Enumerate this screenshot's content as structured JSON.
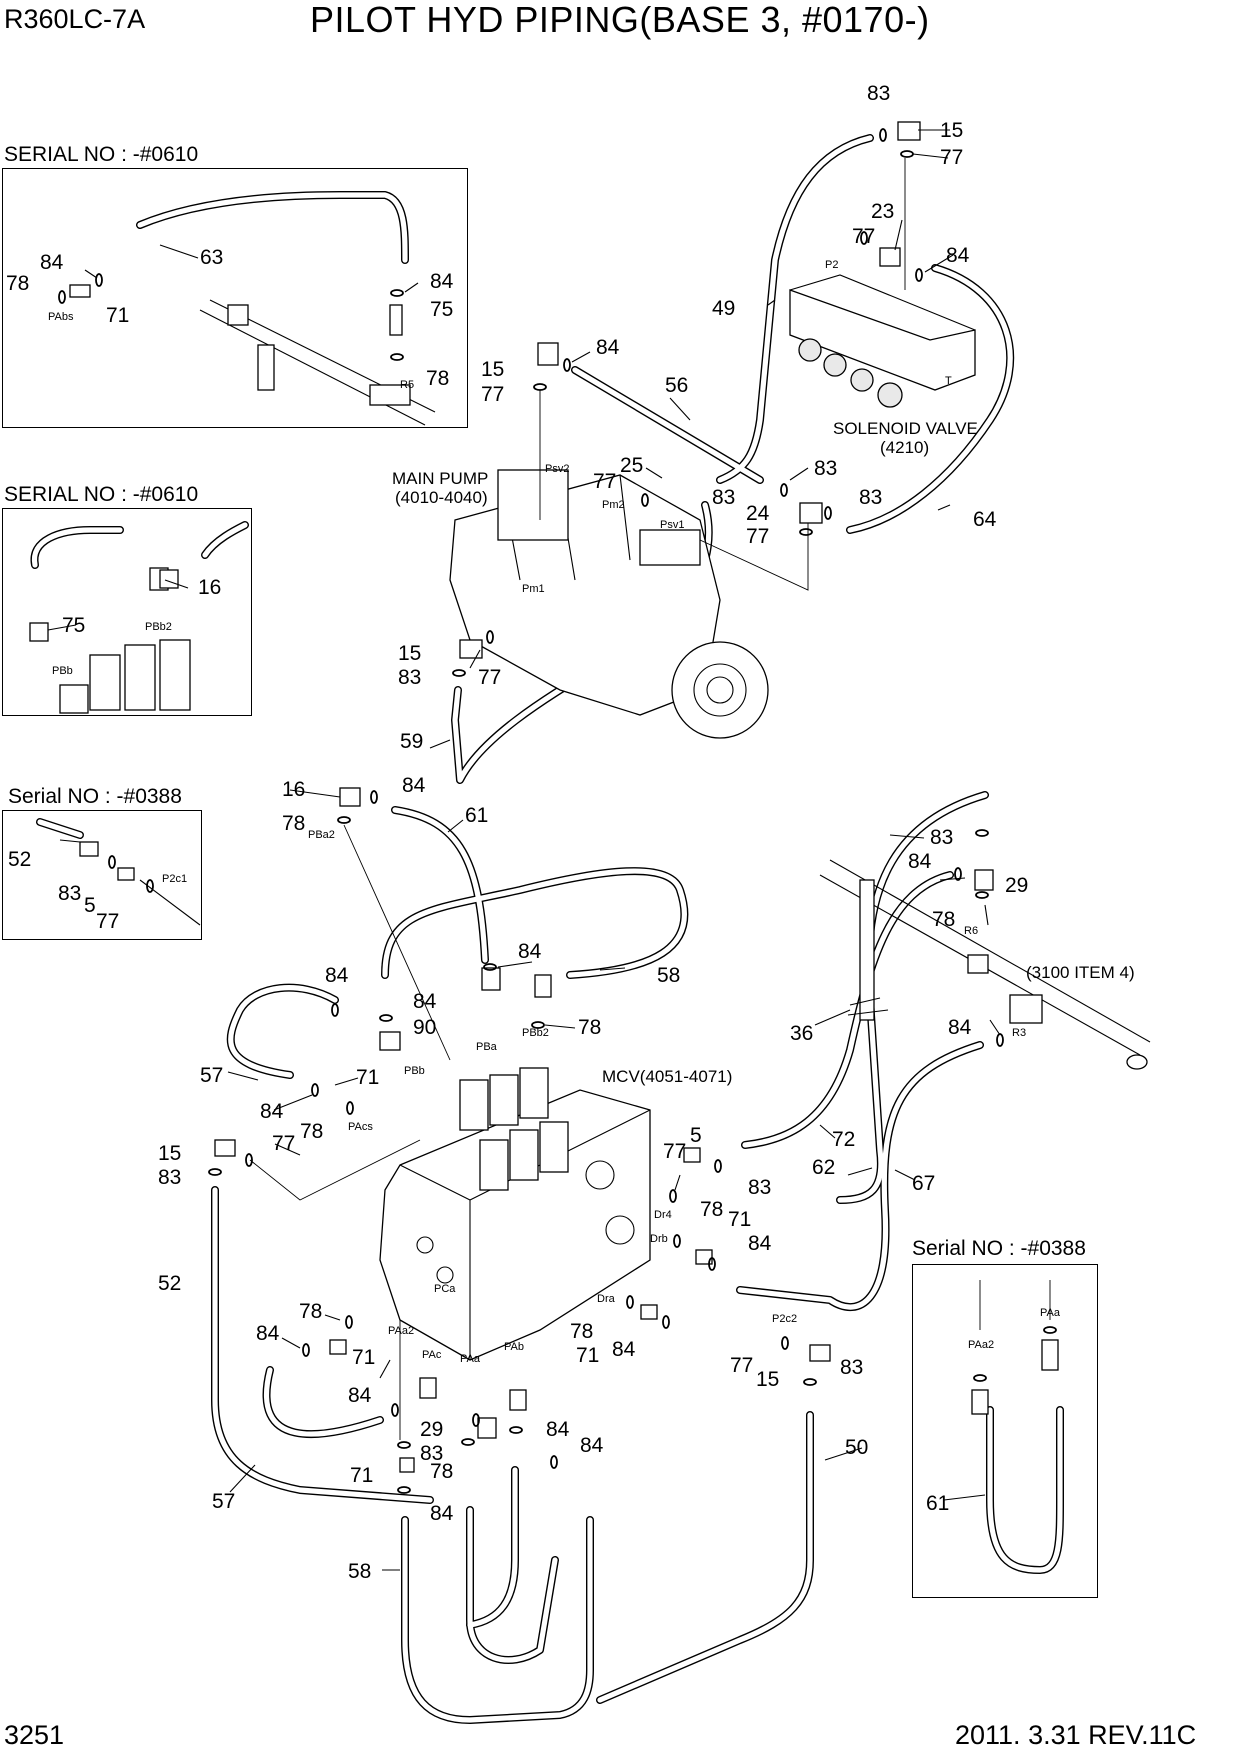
{
  "header": {
    "model": "R360LC-7A",
    "title": "PILOT HYD PIPING(BASE 3, #0170-)",
    "page_number": "3251",
    "revision": "2011. 3.31  REV.11C"
  },
  "insets": [
    {
      "label": "SERIAL NO : -#0610"
    },
    {
      "label": "SERIAL NO : -#0610"
    },
    {
      "label": "Serial  NO : -#0388"
    },
    {
      "label": "Serial  NO : -#0388"
    }
  ],
  "components": {
    "main_pump": {
      "name": "MAIN PUMP",
      "code": "(4010-4040)"
    },
    "solenoid_valve": {
      "name": "SOLENOID VALVE",
      "code": "(4210)"
    },
    "mcv": {
      "label": "MCV(4051-4071)"
    },
    "ref_3100": {
      "label": "(3100 ITEM 4)"
    }
  },
  "callouts": [
    {
      "id": "c0",
      "n": "83"
    },
    {
      "id": "c1",
      "n": "15"
    },
    {
      "id": "c2",
      "n": "77"
    },
    {
      "id": "c3",
      "n": "23"
    },
    {
      "id": "c4",
      "n": "77"
    },
    {
      "id": "c5",
      "n": "84"
    },
    {
      "id": "c6",
      "n": "49"
    },
    {
      "id": "c7",
      "n": "15"
    },
    {
      "id": "c8",
      "n": "84"
    },
    {
      "id": "c9",
      "n": "77"
    },
    {
      "id": "c10",
      "n": "56"
    },
    {
      "id": "c11",
      "n": "25"
    },
    {
      "id": "c12",
      "n": "77"
    },
    {
      "id": "c13",
      "n": "83"
    },
    {
      "id": "c14",
      "n": "83"
    },
    {
      "id": "c15",
      "n": "24"
    },
    {
      "id": "c16",
      "n": "83"
    },
    {
      "id": "c17",
      "n": "77"
    },
    {
      "id": "c18",
      "n": "64"
    },
    {
      "id": "c19",
      "n": "15"
    },
    {
      "id": "c20",
      "n": "83"
    },
    {
      "id": "c21",
      "n": "77"
    },
    {
      "id": "c22",
      "n": "59"
    },
    {
      "id": "c23",
      "n": "84"
    },
    {
      "id": "c24",
      "n": "63"
    },
    {
      "id": "c25",
      "n": "78"
    },
    {
      "id": "c26",
      "n": "71"
    },
    {
      "id": "c27",
      "n": "84"
    },
    {
      "id": "c28",
      "n": "75"
    },
    {
      "id": "c29",
      "n": "78"
    },
    {
      "id": "c30",
      "n": "16"
    },
    {
      "id": "c31",
      "n": "75"
    },
    {
      "id": "c32",
      "n": "52"
    },
    {
      "id": "c33",
      "n": "83"
    },
    {
      "id": "c34",
      "n": "5"
    },
    {
      "id": "c35",
      "n": "77"
    },
    {
      "id": "c36",
      "n": "16"
    },
    {
      "id": "c37",
      "n": "84"
    },
    {
      "id": "c38",
      "n": "78"
    },
    {
      "id": "c39",
      "n": "61"
    },
    {
      "id": "c40",
      "n": "84"
    },
    {
      "id": "c41",
      "n": "58"
    },
    {
      "id": "c42",
      "n": "84"
    },
    {
      "id": "c43",
      "n": "84"
    },
    {
      "id": "c44",
      "n": "90"
    },
    {
      "id": "c45",
      "n": "78"
    },
    {
      "id": "c46",
      "n": "57"
    },
    {
      "id": "c47",
      "n": "71"
    },
    {
      "id": "c48",
      "n": "84"
    },
    {
      "id": "c49",
      "n": "78"
    },
    {
      "id": "c50",
      "n": "15"
    },
    {
      "id": "c51",
      "n": "77"
    },
    {
      "id": "c52",
      "n": "83"
    },
    {
      "id": "c53",
      "n": "83"
    },
    {
      "id": "c54",
      "n": "84"
    },
    {
      "id": "c55",
      "n": "29"
    },
    {
      "id": "c56",
      "n": "78"
    },
    {
      "id": "c57",
      "n": "36"
    },
    {
      "id": "c58",
      "n": "84"
    },
    {
      "id": "c59",
      "n": "72"
    },
    {
      "id": "c60",
      "n": "62"
    },
    {
      "id": "c61",
      "n": "67"
    },
    {
      "id": "c62",
      "n": "77"
    },
    {
      "id": "c63",
      "n": "5"
    },
    {
      "id": "c64",
      "n": "83"
    },
    {
      "id": "c65",
      "n": "78"
    },
    {
      "id": "c66",
      "n": "71"
    },
    {
      "id": "c67",
      "n": "84"
    },
    {
      "id": "c68",
      "n": "52"
    },
    {
      "id": "c69",
      "n": "78"
    },
    {
      "id": "c70",
      "n": "84"
    },
    {
      "id": "c71",
      "n": "71"
    },
    {
      "id": "c72",
      "n": "78"
    },
    {
      "id": "c73",
      "n": "71"
    },
    {
      "id": "c74",
      "n": "84"
    },
    {
      "id": "c75",
      "n": "77"
    },
    {
      "id": "c76",
      "n": "15"
    },
    {
      "id": "c77",
      "n": "83"
    },
    {
      "id": "c78",
      "n": "84"
    },
    {
      "id": "c79",
      "n": "29"
    },
    {
      "id": "c80",
      "n": "84"
    },
    {
      "id": "c81",
      "n": "83"
    },
    {
      "id": "c82",
      "n": "84"
    },
    {
      "id": "c83",
      "n": "78"
    },
    {
      "id": "c84",
      "n": "71"
    },
    {
      "id": "c85",
      "n": "84"
    },
    {
      "id": "c86",
      "n": "57"
    },
    {
      "id": "c87",
      "n": "58"
    },
    {
      "id": "c88",
      "n": "50"
    },
    {
      "id": "c89",
      "n": "61"
    }
  ],
  "ports": [
    "Psv2",
    "Pm2",
    "Psv1",
    "Pm1",
    "P2",
    "T",
    "PAbs",
    "R5",
    "PBb2",
    "PBb",
    "P2c1",
    "PBa2",
    "PBa",
    "PBb2",
    "PBb",
    "PAcs",
    "R6",
    "R3",
    "Dr4",
    "Drb",
    "Dra",
    "PCa",
    "PAa2",
    "PAc",
    "PAa",
    "PAb",
    "P2c2",
    "PAa",
    "PAa2"
  ]
}
